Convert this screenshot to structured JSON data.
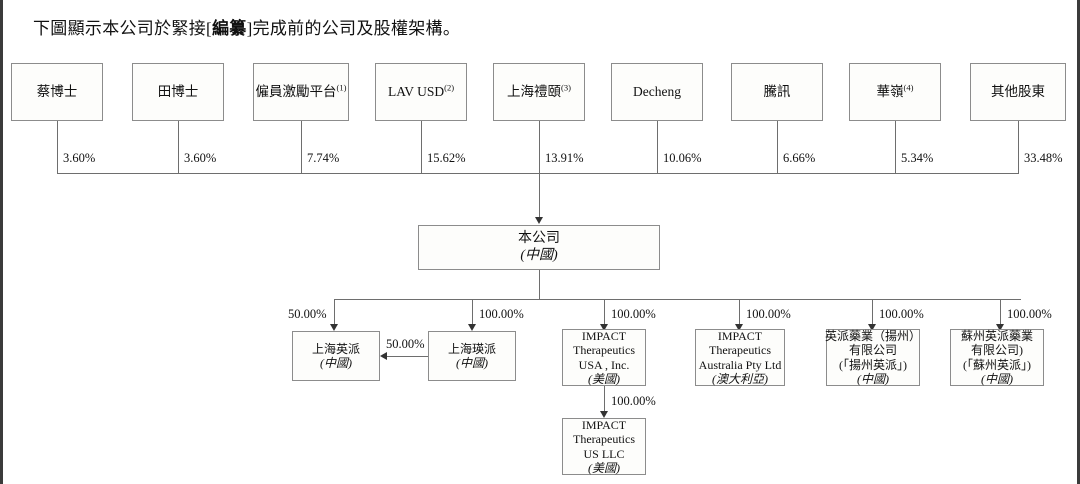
{
  "heading": {
    "prefix": "下圖顯示本公司於緊接[",
    "bold": "編纂",
    "suffix": "]完成前的公司及股權架構。"
  },
  "shareholders": [
    {
      "name": "蔡博士",
      "note": "",
      "pct": "3.60%"
    },
    {
      "name": "田博士",
      "note": "",
      "pct": "3.60%"
    },
    {
      "name": "僱員激勵平台",
      "note": "(1)",
      "pct": "7.74%"
    },
    {
      "name": "LAV USD",
      "note": "(2)",
      "pct": "15.62%"
    },
    {
      "name": "上海禮頤",
      "note": "(3)",
      "pct": "13.91%"
    },
    {
      "name": "Decheng",
      "note": "",
      "pct": "10.06%"
    },
    {
      "name": "騰訊",
      "note": "",
      "pct": "6.66%"
    },
    {
      "name": "華嶺",
      "note": "(4)",
      "pct": "5.34%"
    },
    {
      "name": "其他股東",
      "note": "",
      "pct": "33.48%"
    }
  ],
  "company": {
    "name": "本公司",
    "jurisdiction": "(中國)"
  },
  "subsidiaries": [
    {
      "lines": [
        "上海英派"
      ],
      "jurisdiction": "(中國)",
      "pct": "50.00%"
    },
    {
      "lines": [
        "上海瑛派"
      ],
      "jurisdiction": "(中國)",
      "pct": "100.00%"
    },
    {
      "lines": [
        "IMPACT",
        "Therapeutics",
        "USA , Inc."
      ],
      "jurisdiction": "(美國)",
      "pct": "100.00%"
    },
    {
      "lines": [
        "IMPACT",
        "Therapeutics",
        "Australia Pty Ltd"
      ],
      "jurisdiction": "(澳大利亞)",
      "pct": "100.00%"
    },
    {
      "lines": [
        "英派藥業（揚州）",
        "有限公司",
        "(「揚州英派」)"
      ],
      "jurisdiction": "(中國)",
      "pct": "100.00%"
    },
    {
      "lines": [
        "蘇州英派藥業",
        "有限公司)",
        "(「蘇州英派」)"
      ],
      "jurisdiction": "(中國)",
      "pct": "100.00%"
    }
  ],
  "cross_holding": {
    "pct": "50.00%",
    "from": "上海瑛派",
    "to": "上海英派"
  },
  "grandchild": {
    "lines": [
      "IMPACT",
      "Therapeutics",
      "US LLC"
    ],
    "jurisdiction": "(美國)",
    "pct": "100.00%"
  }
}
